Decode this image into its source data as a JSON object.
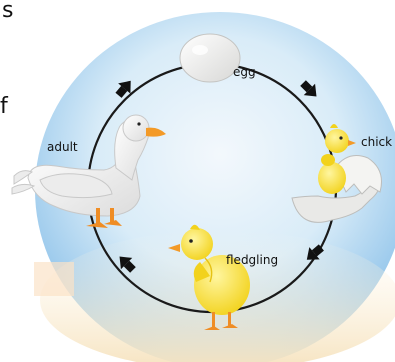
{
  "page_fragments": {
    "top": "s",
    "middle": "f"
  },
  "stages": {
    "egg": "egg",
    "chick": "chick",
    "fledgling": "fledgling",
    "adult": "adult"
  },
  "colors": {
    "sky_top": "#8fc3ea",
    "sky_mid": "#d9ecf8",
    "ground": "#f6e9cf",
    "cycle_line": "#1a1a1a",
    "arrow": "#111111",
    "egg": "#f4f4f2",
    "chick_body": "#fbe84a",
    "duck_body": "#f7f7f7",
    "beak": "#f39a27",
    "leg": "#ef8d25"
  },
  "icons": [
    "egg-icon",
    "chick-icon",
    "fledgling-icon",
    "duck-icon",
    "arrow-icon"
  ]
}
